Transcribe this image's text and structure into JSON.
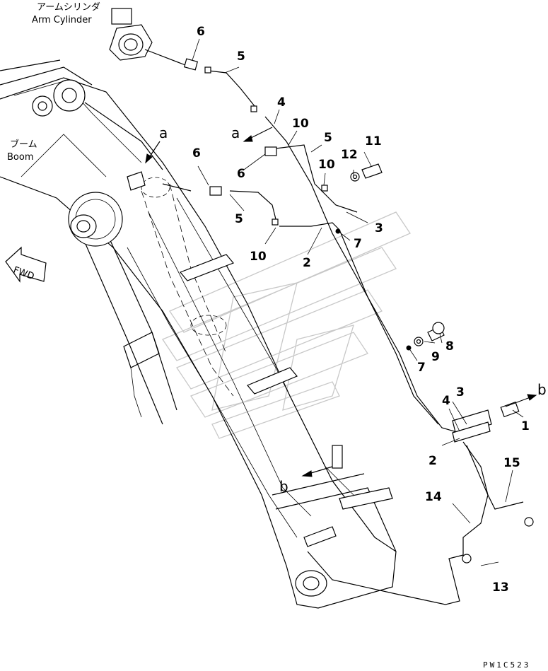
{
  "labels": {
    "arm_cylinder_jp": "アームシリンダ",
    "arm_cylinder_en": "Arm Cylinder",
    "boom_jp": "ブーム",
    "boom_en": "Boom",
    "fwd": "FWD",
    "ref_a_top": "a",
    "ref_a_mid": "a",
    "ref_b_right": "b",
    "ref_b_bottom": "b",
    "drawing_code": "PW1C523"
  },
  "part_numbers": [
    "6",
    "5",
    "4",
    "10",
    "5",
    "11",
    "12",
    "10",
    "6",
    "6",
    "5",
    "3",
    "7",
    "10",
    "2",
    "8",
    "9",
    "7",
    "3",
    "4",
    "1",
    "2",
    "15",
    "14",
    "13"
  ]
}
